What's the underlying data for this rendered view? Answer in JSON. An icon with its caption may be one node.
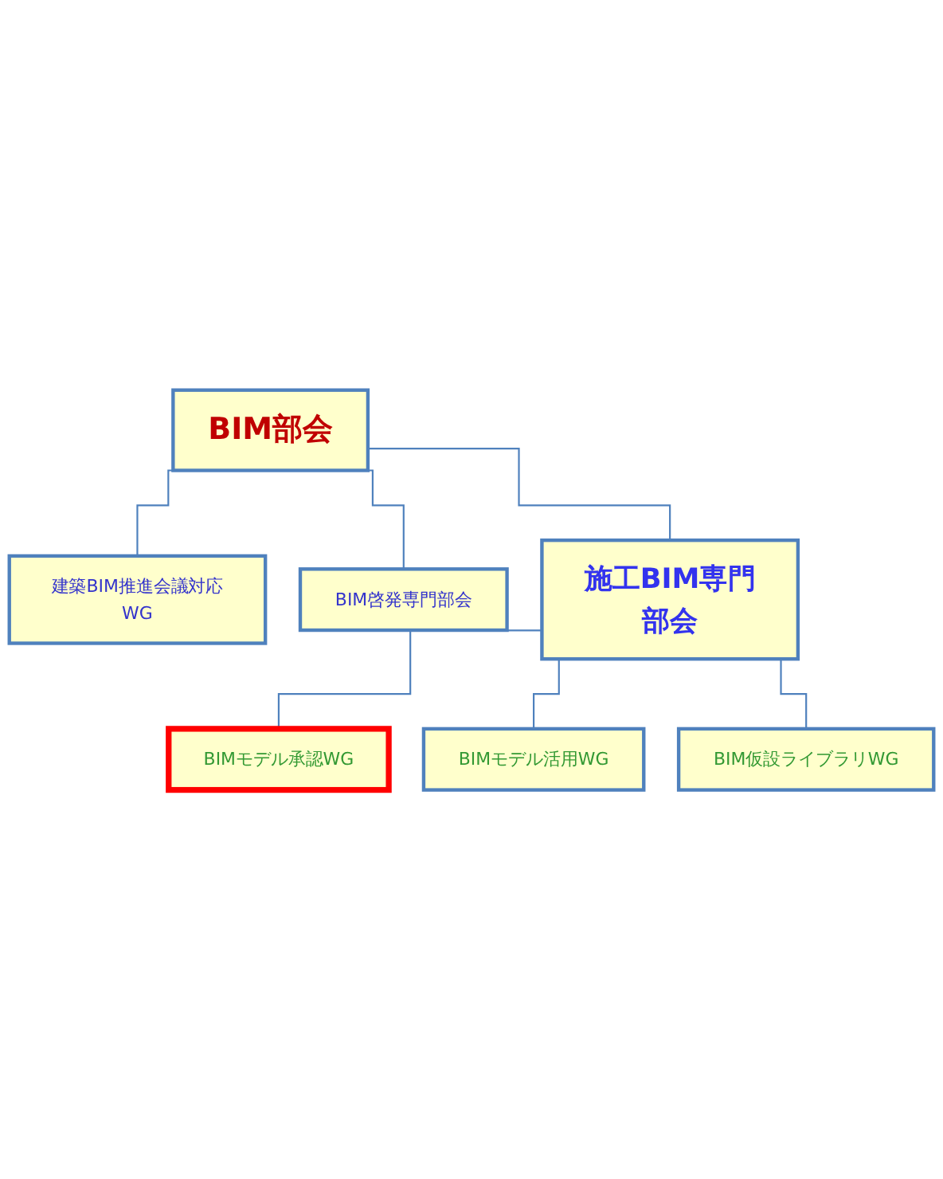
{
  "diagram": {
    "nodes": [
      {
        "text": [
          "BIM部会"
        ]
      },
      {
        "text": [
          "建築BIM推進会議対応WG"
        ]
      },
      {
        "text": [
          "BIM啓発専門部会"
        ]
      },
      {
        "text": [
          "施工BIM専門部会"
        ]
      },
      {
        "text": [
          "BIMモデル承認WG"
        ]
      },
      {
        "text": [
          "BIMモデル活用WG"
        ]
      },
      {
        "text": [
          "BIM仮設ライブラリWG"
        ]
      }
    ],
    "edges": [
      {
        "from": 0,
        "to": 1,
        "arrow": "none"
      },
      {
        "from": 0,
        "to": 3,
        "arrow": "none"
      },
      {
        "from": 0,
        "to": 2,
        "arrow": "none"
      },
      {
        "from": 3,
        "to": 4,
        "arrow": "none"
      },
      {
        "from": 3,
        "to": 5,
        "arrow": "none"
      },
      {
        "from": 3,
        "to": 6,
        "arrow": "none"
      }
    ]
  }
}
